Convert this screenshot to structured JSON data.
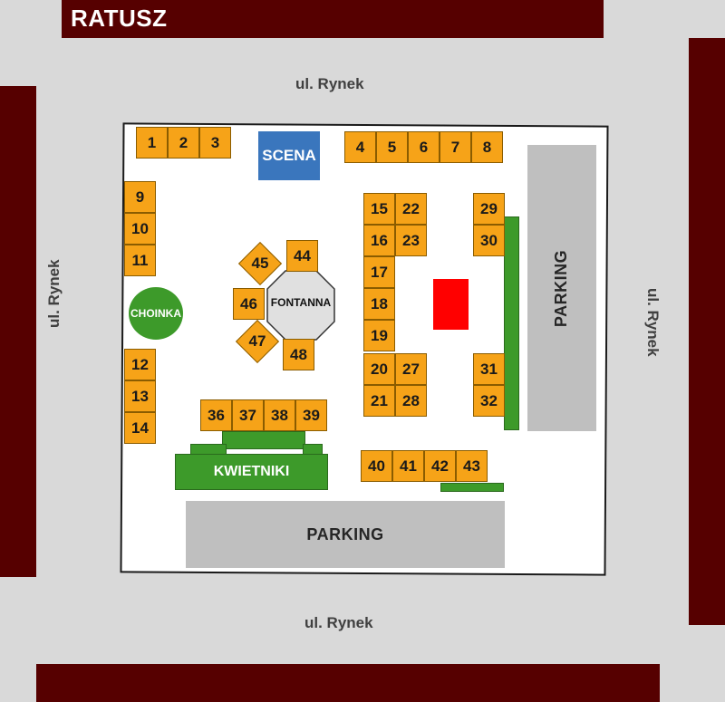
{
  "title": "RATUSZ",
  "streets": {
    "top": "ul. Rynek",
    "left": "ul. Rynek",
    "right": "ul. Rynek",
    "bottom": "ul. Rynek"
  },
  "stage": "SCENA",
  "fountain": "FONTANNA",
  "christmas_tree": "CHOINKA",
  "flowerbeds": "KWIETNIKI",
  "parking_right": "PARKING",
  "parking_bottom": "PARKING",
  "stalls": [
    "1",
    "2",
    "3",
    "4",
    "5",
    "6",
    "7",
    "8",
    "9",
    "10",
    "11",
    "12",
    "13",
    "14",
    "15",
    "16",
    "17",
    "18",
    "19",
    "20",
    "21",
    "22",
    "23",
    "27",
    "28",
    "29",
    "30",
    "31",
    "32",
    "36",
    "37",
    "38",
    "39",
    "40",
    "41",
    "42",
    "43",
    "44",
    "45",
    "46",
    "47",
    "48"
  ],
  "colors": {
    "building": "#560000",
    "street": "#d9d9d9",
    "stall": "#f6a318",
    "stage": "#3a76bd",
    "green": "#3d9a2a",
    "parking": "#bfbfbf",
    "marker": "#ff0000"
  }
}
